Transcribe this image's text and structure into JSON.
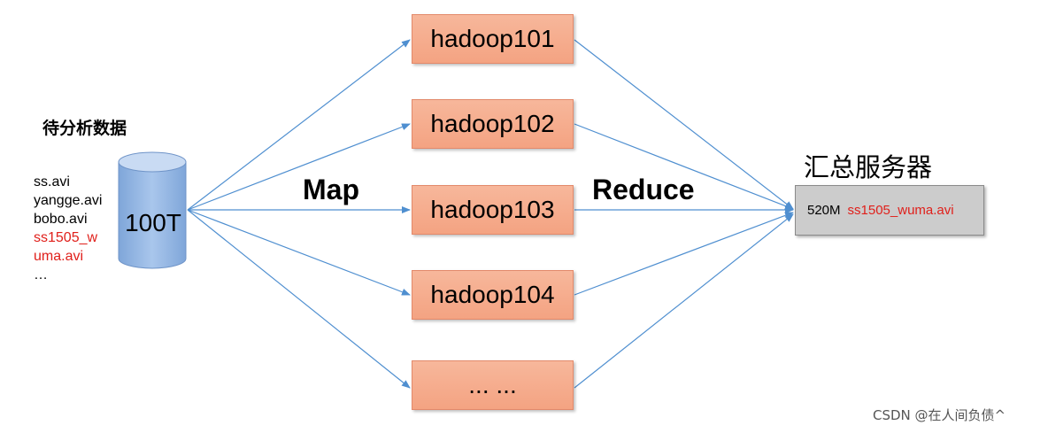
{
  "source": {
    "title": "待分析数据",
    "files": [
      "ss.avi",
      "yangge.avi",
      "bobo.avi"
    ],
    "highlighted_file_lines": [
      "ss1505_w",
      "uma.avi"
    ],
    "more": "…",
    "total_size": "100T"
  },
  "phases": {
    "map": "Map",
    "reduce": "Reduce"
  },
  "nodes": [
    "hadoop101",
    "hadoop102",
    "hadoop103",
    "hadoop104",
    "... ..."
  ],
  "server": {
    "title": "汇总服务器",
    "result_size": "520M",
    "result_file": "ss1505_wuma.avi"
  },
  "watermark": "CSDN @在人间负债^",
  "colors": {
    "node_fill": "#f5a98a",
    "db_fill": "#8fb4e3",
    "arrow": "#4f8fd0",
    "highlight": "#e0201b",
    "server_fill": "#cccccc"
  }
}
